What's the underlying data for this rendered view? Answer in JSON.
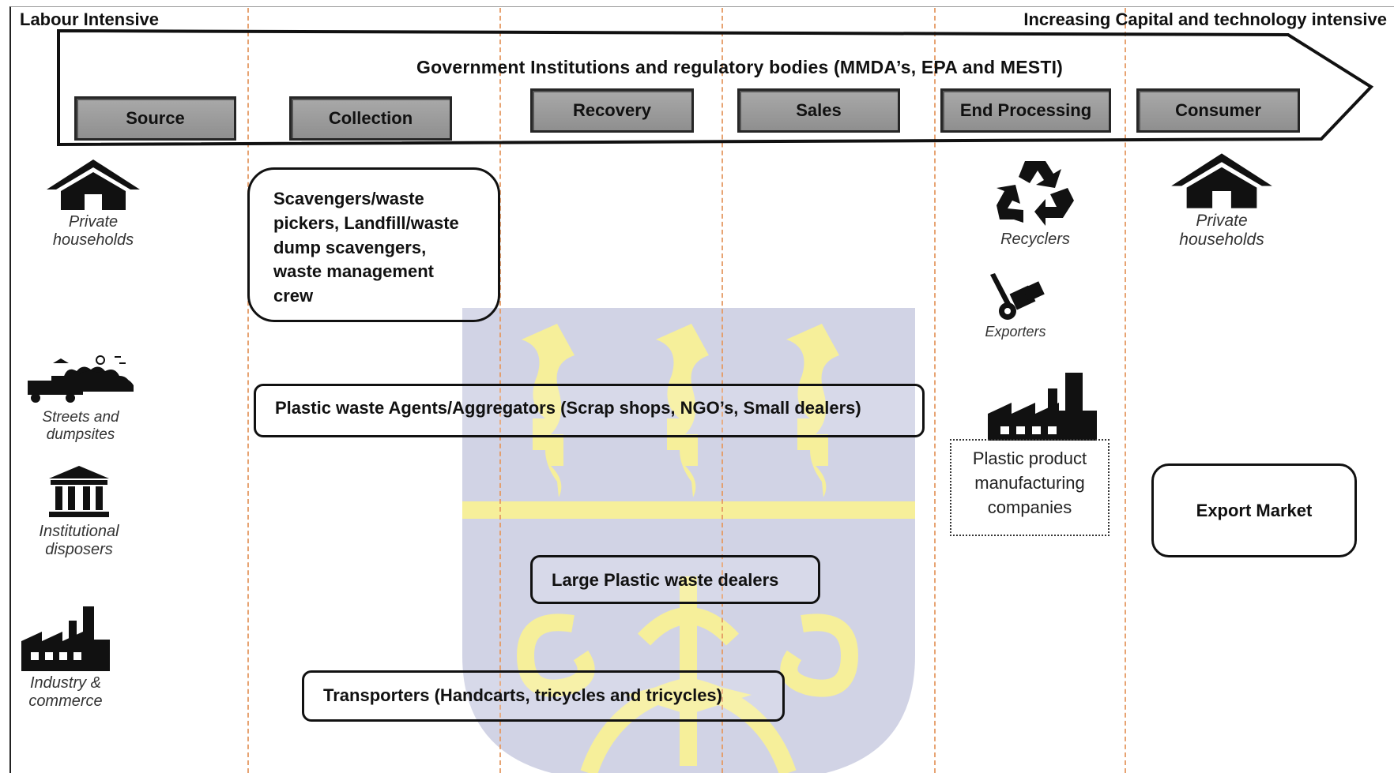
{
  "header": {
    "left_label": "Labour Intensive",
    "right_label": "Increasing Capital and technology intensive"
  },
  "governance": {
    "label": "Government Institutions and regulatory bodies (MMDA’s, EPA and MESTI)"
  },
  "stages": [
    "Source",
    "Collection",
    "Recovery",
    "Sales",
    "End Processing",
    "Consumer"
  ],
  "sources": [
    {
      "icon": "house-icon",
      "label": "Private households"
    },
    {
      "icon": "garbage-truck-icon",
      "label": "Streets and dumpsites"
    },
    {
      "icon": "institution-icon",
      "label": "Institutional disposers"
    },
    {
      "icon": "factory-icon",
      "label": "Industry & commerce"
    }
  ],
  "collection": {
    "scavengers": "Scavengers/waste pickers, Landfill/waste dump scavengers, waste management crew"
  },
  "intermediaries": {
    "aggregators": "Plastic waste Agents/Aggregators (Scrap shops, NGO’s, Small dealers)",
    "large_dealers": "Large Plastic waste dealers",
    "transporters": "Transporters (Handcarts, tricycles and tricycles)"
  },
  "end_processing": [
    {
      "icon": "recycle-icon",
      "label": "Recyclers"
    },
    {
      "icon": "hand-truck-icon",
      "label": "Exporters"
    },
    {
      "icon": "factory-icon",
      "label": "Plastic product manufacturing companies"
    }
  ],
  "consumers": [
    {
      "icon": "house-icon",
      "label": "Private households"
    },
    {
      "label": "Export Market"
    }
  ],
  "colors": {
    "stage_box": "#9a9a9a",
    "divider": "#e59a63",
    "watermark_blue": "#c9cbe0",
    "watermark_yellow": "#f6ef9a"
  }
}
